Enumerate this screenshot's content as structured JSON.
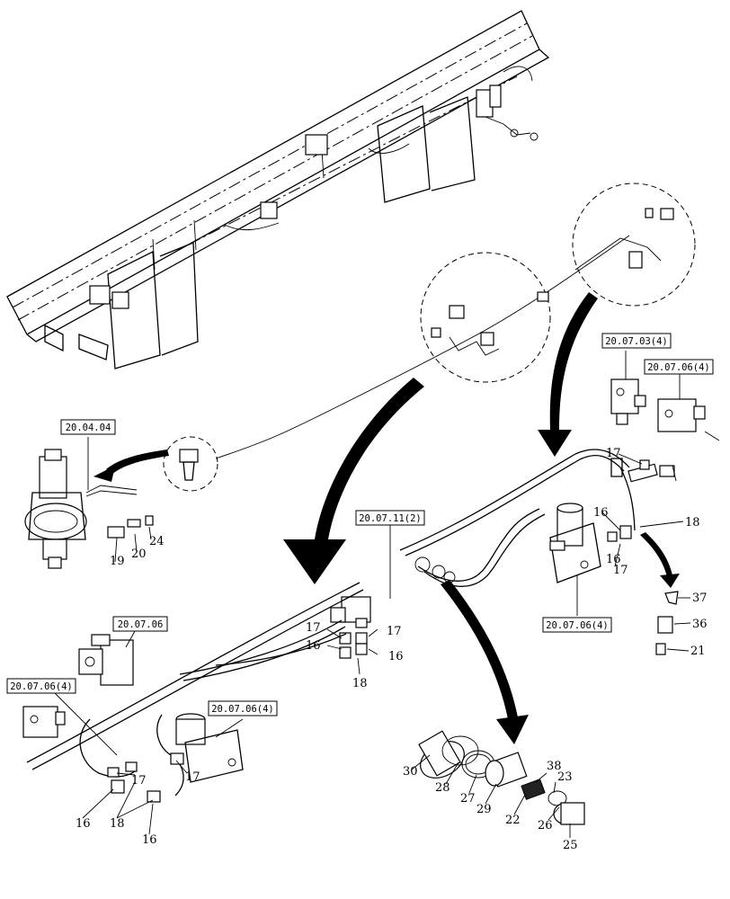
{
  "references": [
    {
      "id": "ref-20-04-04",
      "label": "20.04.04"
    },
    {
      "id": "ref-20-07-03-4",
      "label": "20.07.03(4)"
    },
    {
      "id": "ref-20-07-06-4-a",
      "label": "20.07.06(4)"
    },
    {
      "id": "ref-20-07-11-2",
      "label": "20.07.11(2)"
    },
    {
      "id": "ref-20-07-06",
      "label": "20.07.06"
    },
    {
      "id": "ref-20-07-06-4-b",
      "label": "20.07.06(4)"
    },
    {
      "id": "ref-20-07-06-4-c",
      "label": "20.07.06(4)"
    },
    {
      "id": "ref-20-07-06-4-d",
      "label": "20.07.06(4)"
    }
  ],
  "callouts": [
    "19",
    "20",
    "24",
    "17",
    "16",
    "18",
    "16",
    "17",
    "37",
    "36",
    "21",
    "17",
    "16",
    "18",
    "16",
    "17",
    "30",
    "28",
    "27",
    "29",
    "38",
    "22",
    "23",
    "26",
    "25",
    "16",
    "18",
    "16",
    "17",
    "17"
  ]
}
